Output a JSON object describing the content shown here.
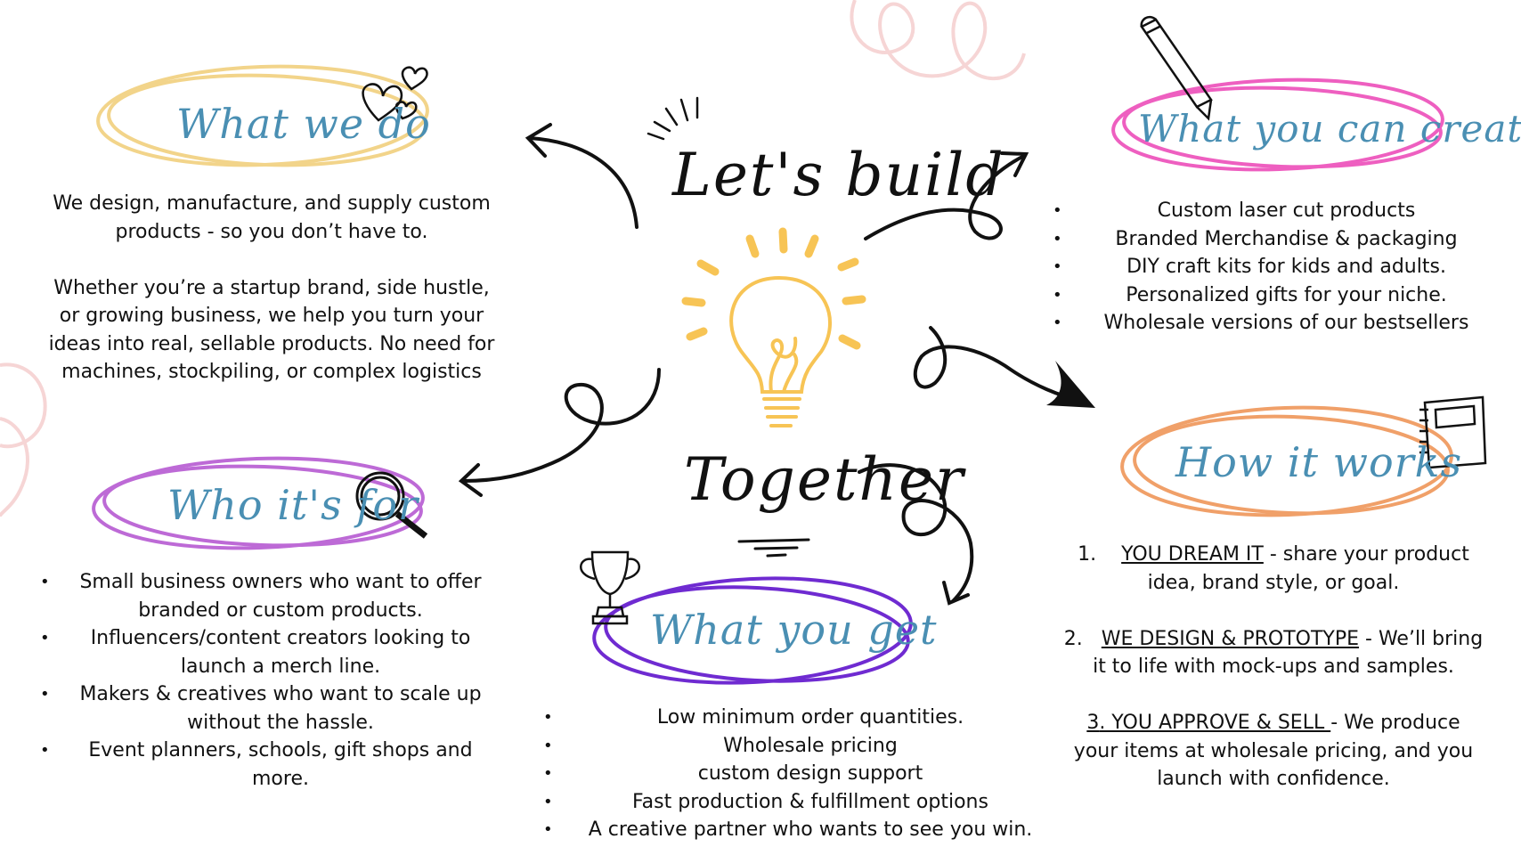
{
  "center": {
    "title_top": "Let's build",
    "title_bottom": "Together"
  },
  "what_we_do": {
    "heading": "What we do",
    "para1_line1": "We design, manufacture, and supply custom",
    "para1_line2": "products - so you don’t have to.",
    "para2_line1": "Whether you’re a startup brand, side hustle,",
    "para2_line2": "or growing business, we help you turn your",
    "para2_line3": "ideas into real, sellable products. No need for",
    "para2_line4": "machines, stockpiling, or complex logistics"
  },
  "what_you_can_create": {
    "heading": "What you can create",
    "items": [
      "Custom laser cut products",
      "Branded Merchandise & packaging",
      "DIY craft kits for kids and adults.",
      "Personalized gifts for your niche.",
      "Wholesale versions of our bestsellers"
    ]
  },
  "who_its_for": {
    "heading": "Who it's for",
    "items": [
      "Small business owners who want to offer branded or custom products.",
      "Influencers/content creators looking to launch a merch line.",
      "Makers & creatives who want to  scale up without the hassle.",
      "Event planners, schools, gift shops and more."
    ]
  },
  "what_you_get": {
    "heading": "What you get",
    "items": [
      "Low minimum order quantities.",
      "Wholesale pricing",
      "custom design support",
      "Fast production & fulfillment options",
      "A creative partner who wants to see you win."
    ]
  },
  "how_it_works": {
    "heading": "How it works",
    "step1_num": "1.",
    "step1_title": "YOU DREAM IT",
    "step1_rest_a": " -  share your product",
    "step1_rest_b": "idea, brand style, or goal.",
    "step2_num": "2.",
    "step2_title": "WE DESIGN & PROTOTYPE",
    "step2_rest_a": " - We’ll bring",
    "step2_rest_b": "it to life with mock-ups and samples.",
    "step3_num": "3",
    "step3_title": ". YOU APPROVE & SELL ",
    "step3_rest_a": " - We produce",
    "step3_rest_b": "your items at wholesale pricing, and you",
    "step3_rest_c": "launch with confidence."
  },
  "colors": {
    "heading_text": "#4a8fb3",
    "what_we_do_oval": "#f2d48a",
    "what_you_can_create_oval": "#ee5fc0",
    "who_its_for_oval": "#bd6ad6",
    "what_you_get_oval": "#6f2bd1",
    "how_it_works_oval": "#f0a069",
    "bulb": "#f7c455",
    "swirl": "#f6d5d5"
  },
  "icons": [
    "hearts-icon",
    "pencil-icon",
    "magnifier-icon",
    "trophy-icon",
    "notebook-icon",
    "lightbulb-icon"
  ]
}
